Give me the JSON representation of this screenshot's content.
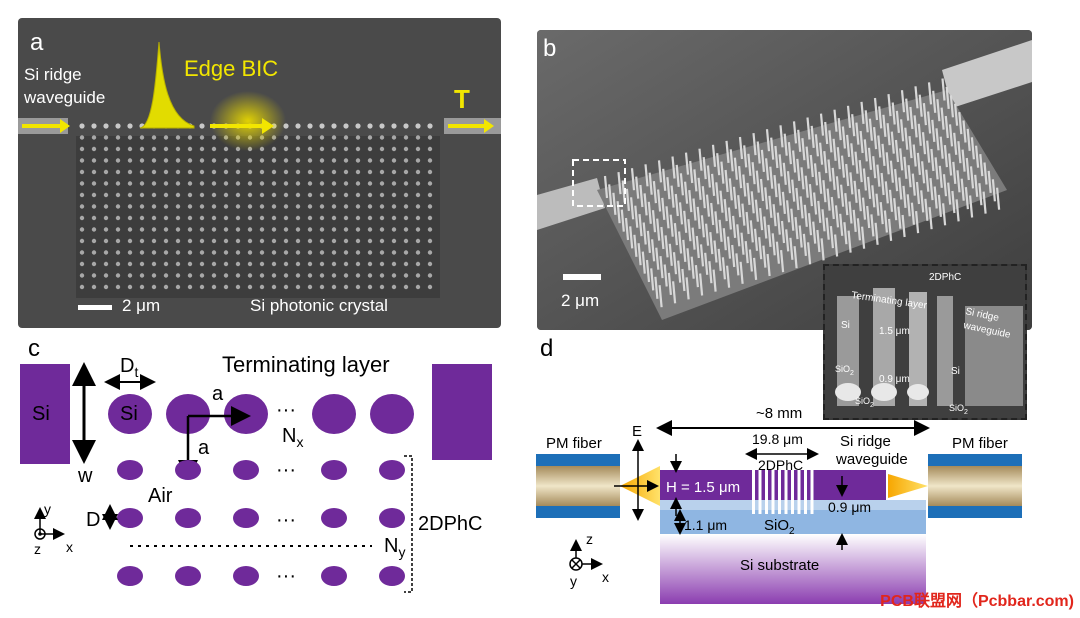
{
  "panel_a": {
    "label": "a",
    "waveguide_label_line1": "Si ridge",
    "waveguide_label_line2": "waveguide",
    "edge_bic": "Edge BIC",
    "transmission": "T",
    "scalebar": "2 μm",
    "crystal_label": "Si photonic crystal"
  },
  "panel_b": {
    "label": "b",
    "scalebar": "2 μm",
    "inset": {
      "label_2dphc": "2DPhC",
      "terminating_layer": "Terminating layer",
      "si": "Si",
      "height_1": "1.5 μm",
      "height_2": "0.9 μm",
      "sio2_left": "SiO",
      "sio2_mid": "SiO",
      "sio2_right": "SiO",
      "sub2": "2",
      "waveguide_line1": "Si ridge",
      "waveguide_line2": "waveguide",
      "si_right": "Si"
    }
  },
  "panel_c": {
    "label": "c",
    "si_block": "Si",
    "dt": "D",
    "dt_sub": "t",
    "si_circle": "Si",
    "terminating_layer": "Terminating layer",
    "a1": "a",
    "a2": "a",
    "nx": "N",
    "nx_sub": "x",
    "w": "w",
    "air": "Air",
    "d": "D",
    "ny": "N",
    "ny_sub": "y",
    "phc": "2DPhC",
    "dots": "···",
    "axis_y": "y",
    "axis_z": "z",
    "axis_x": "x"
  },
  "panel_d": {
    "label": "d",
    "length": "~8 mm",
    "pm_fiber_left": "PM fiber",
    "pm_fiber_right": "PM fiber",
    "e_field": "E",
    "phc_length": "19.8 μm",
    "phc": "2DPhC",
    "wg_line1": "Si ridge",
    "wg_line2": "waveguide",
    "height": "H = 1.5 μm",
    "wg_height": "0.9 μm",
    "sio2_thickness": "1.1 μm",
    "sio2": "SiO",
    "sio2_sub": "2",
    "substrate": "Si substrate",
    "axis_z": "z",
    "axis_y": "y",
    "axis_x": "x"
  },
  "watermark": "PCB联盟网（Pcbbar.com)",
  "colors": {
    "purple": "#6f2a9a",
    "yellow": "#f2e600",
    "fiber_blue": "#1d6fb8",
    "sio2_blue": "#a9c6e6"
  }
}
